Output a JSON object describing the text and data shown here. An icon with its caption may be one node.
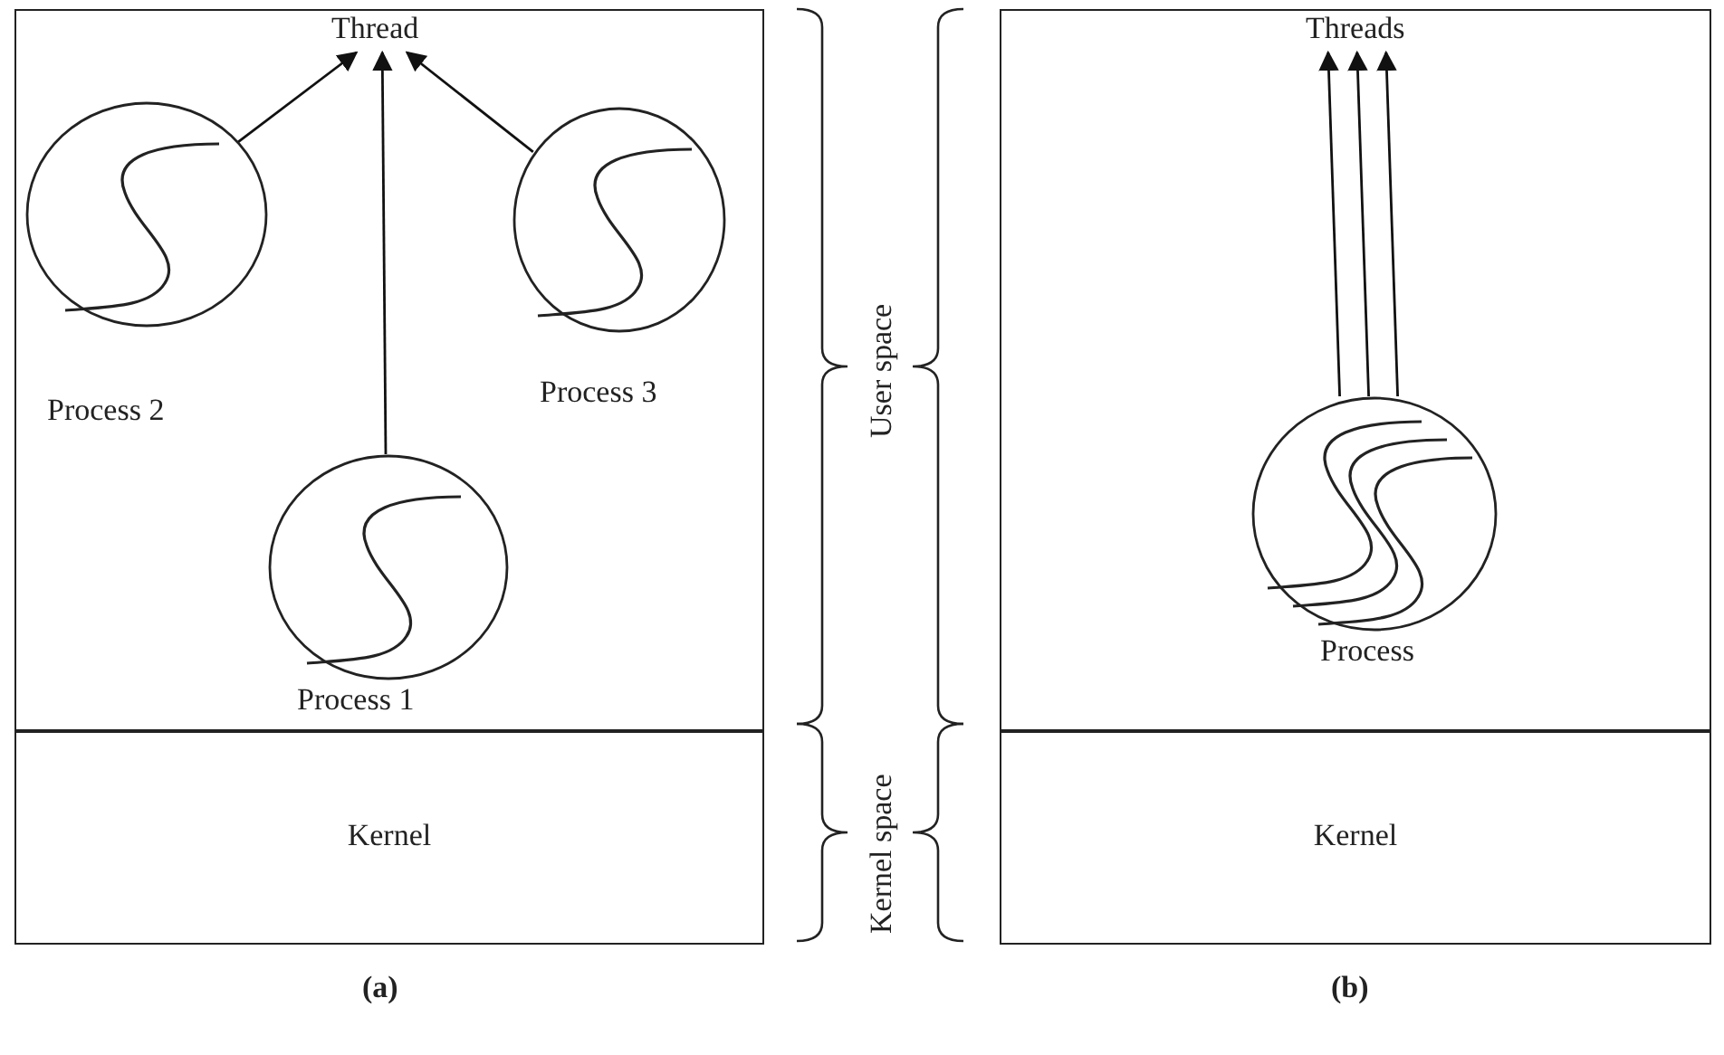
{
  "diagram": {
    "nodes": [
      {
        "text": [],
        "shape": "box"
      },
      {
        "text": [
          "Process 2"
        ],
        "in": 0
      },
      {
        "text": [
          "Process 1"
        ],
        "in": 0
      },
      {
        "text": [
          "Process 3"
        ],
        "in": 0
      },
      {
        "text": [
          "Thread"
        ],
        "in": 0
      },
      {
        "text": [
          "Kernel"
        ]
      },
      {
        "text": [],
        "shape": "box"
      },
      {
        "text": [
          "Threads"
        ],
        "in": 6
      },
      {
        "text": [
          "Process"
        ],
        "in": 6
      },
      {
        "text": [
          "Kernel"
        ]
      }
    ],
    "edges": [
      {
        "from": 1,
        "to": 4,
        "arrow": "to"
      },
      {
        "from": 2,
        "to": 4,
        "arrow": "to"
      },
      {
        "from": 3,
        "to": 4,
        "arrow": "to"
      },
      {
        "from": 8,
        "to": 7,
        "arrow": "to"
      },
      {
        "from": 8,
        "to": 7,
        "arrow": "to"
      },
      {
        "from": 8,
        "to": 7,
        "arrow": "to"
      }
    ],
    "labels": [
      "User space",
      "Kernel space",
      "(a)",
      "(b)"
    ]
  }
}
